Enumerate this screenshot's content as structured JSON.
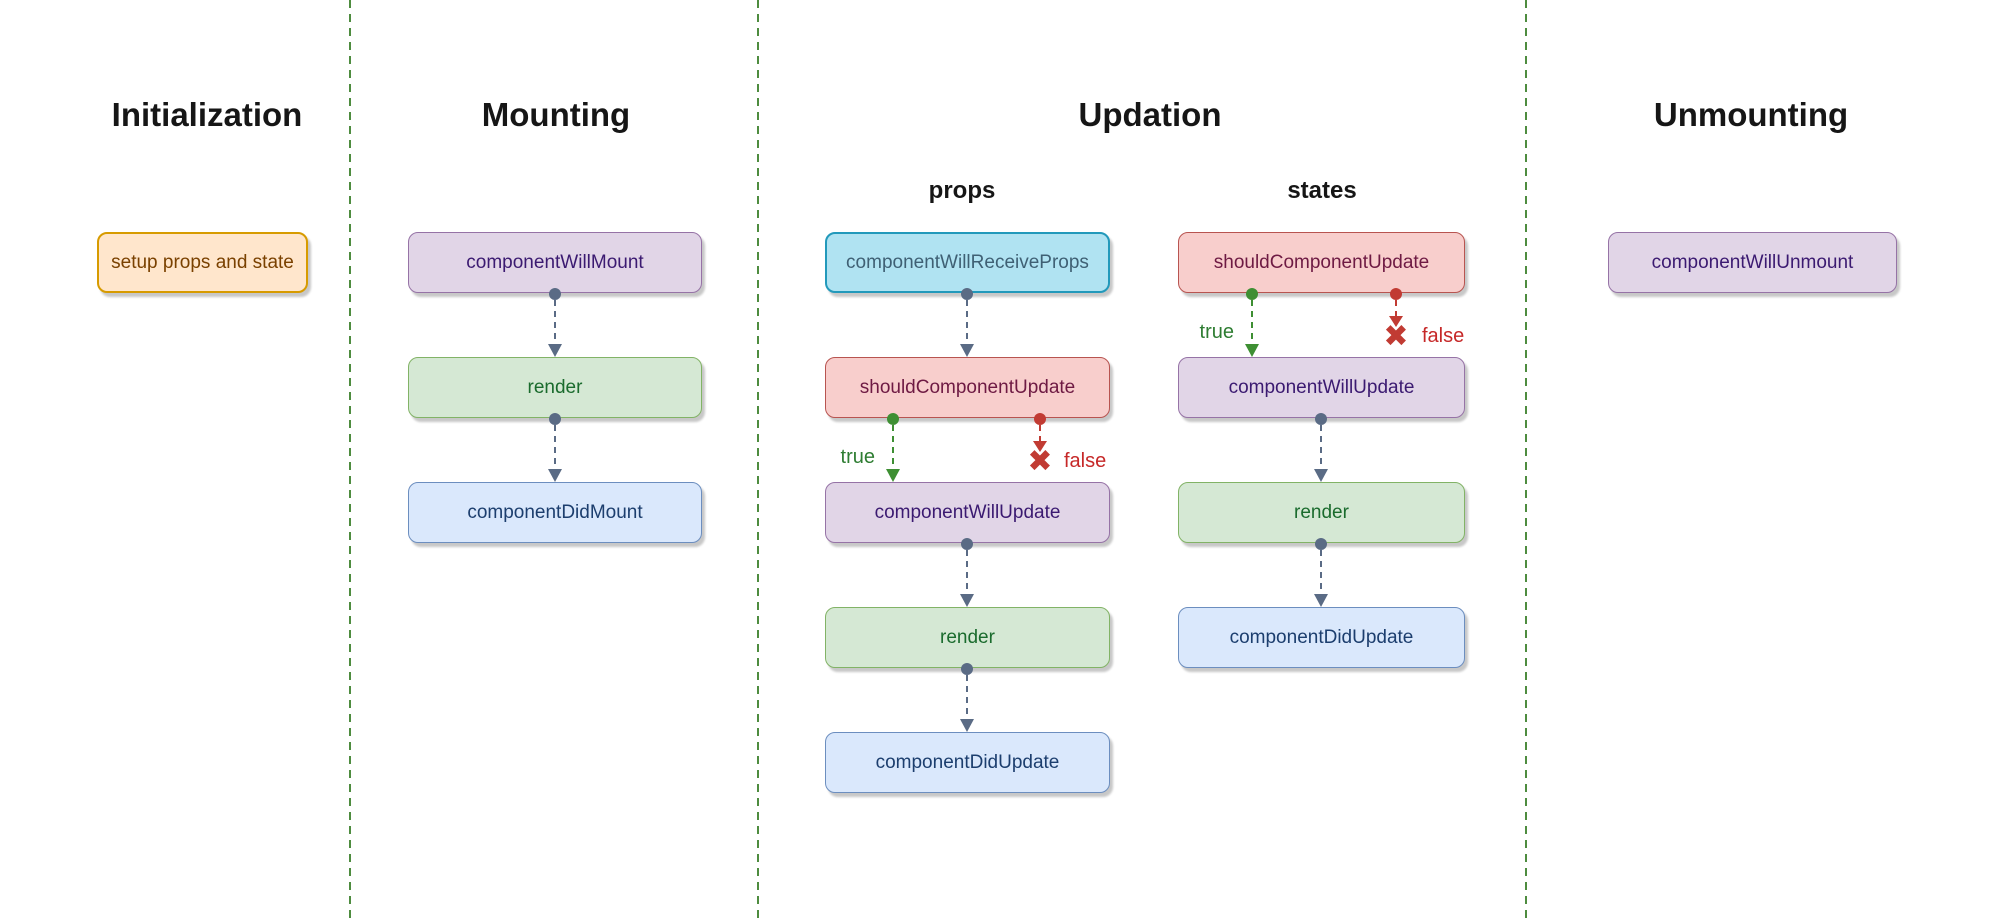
{
  "palette": {
    "orange_fill": "#ffe6cc",
    "orange_stroke": "#d79b00",
    "orange_text": "#7a4100",
    "purple_fill": "#e1d5e7",
    "purple_stroke": "#9673a6",
    "purple_text": "#3b1a71",
    "green_fill": "#d5e8d4",
    "green_stroke": "#82b366",
    "green_text": "#1a6b2d",
    "blue_fill": "#dae8fc",
    "blue_stroke": "#6c8ebf",
    "blue_text": "#1c3e6e",
    "red_fill": "#f8cecc",
    "red_stroke": "#b85450",
    "red_text": "#6e1a43",
    "cyan_fill": "#b0e3f2",
    "cyan_stroke": "#2299bb",
    "cyan_text": "#3f6074",
    "separator_green": "#4e8c3f",
    "connector_gray": "#5a6b85",
    "true_green": "#2e7d32",
    "false_red": "#c62828"
  },
  "phases": {
    "initialization": {
      "title": "Initialization",
      "nodes": {
        "setup": "setup props and state"
      }
    },
    "mounting": {
      "title": "Mounting",
      "nodes": {
        "will_mount": "componentWillMount",
        "render": "render",
        "did_mount": "componentDidMount"
      }
    },
    "updation": {
      "title": "Updation",
      "props": {
        "title": "props",
        "nodes": {
          "will_receive_props": "componentWillReceiveProps",
          "should_update": "shouldComponentUpdate",
          "will_update": "componentWillUpdate",
          "render": "render",
          "did_update": "componentDidUpdate"
        }
      },
      "states": {
        "title": "states",
        "nodes": {
          "should_update": "shouldComponentUpdate",
          "will_update": "componentWillUpdate",
          "render": "render",
          "did_update": "componentDidUpdate"
        }
      }
    },
    "unmounting": {
      "title": "Unmounting",
      "nodes": {
        "will_unmount": "componentWillUnmount"
      }
    }
  },
  "branches": {
    "true_label": "true",
    "false_label": "false",
    "false_icon": "✖"
  }
}
